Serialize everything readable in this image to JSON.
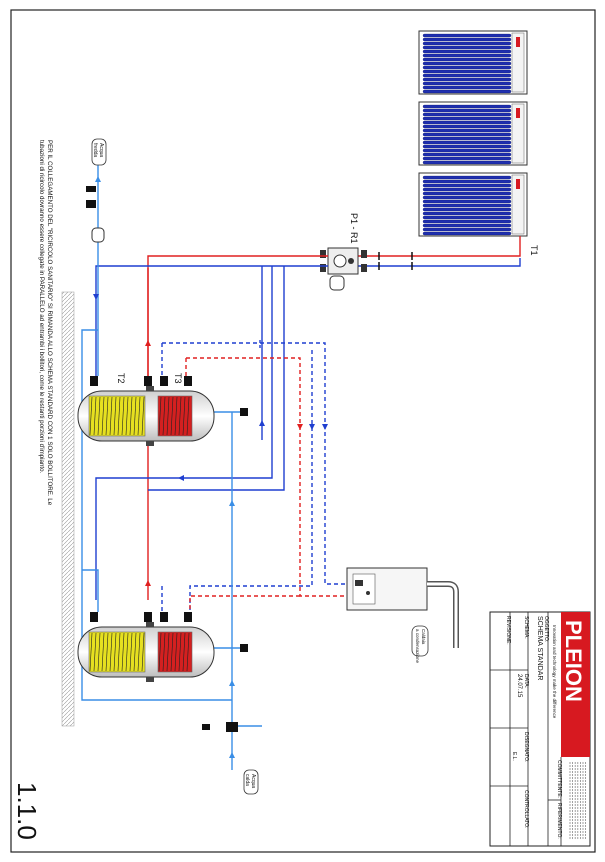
{
  "note": {
    "line1": "PER IL COLLEGAMENTO DEL \"RICIRCOLO SANITARIO\" SI RIMANDA ALLO SCHEMA STANDARD CON 1 SOLO BOLLITORE. Le",
    "line2": "tubazioni di ricircolo dovranno essere collegate in PARALLELO ad entrambi i bollitori, come le restanti porzioni d'impianto."
  },
  "labels": {
    "acqua_fredda": [
      "Acqua",
      "fredda"
    ],
    "acqua_calda": [
      "Acqua",
      "calda"
    ],
    "caldaia": [
      "Caldaia",
      "a condensazione"
    ],
    "p1_r1": "P1 - R1",
    "t1": "T1",
    "t2": "T2",
    "t3": "T3"
  },
  "title_block": {
    "brand": "PLEION",
    "tagline": "Innovation and technology make the difference",
    "oggetto_label": "OGGETTO:",
    "oggetto_value": "SCHEMA STANDAR",
    "schema_label": "SCHEMA:",
    "data_label": "DATA:",
    "data_value": "24.07.15",
    "disegnato_label": "DISEGNATO:",
    "disegnato_value": "E.L.",
    "revisione_label": "REVISIONE:",
    "controllato_label": "CONTROLLATO:",
    "committente_label": "COMMITTENTE:",
    "riferimento_label": "RIFERIMENTO:"
  },
  "page_number": "1.1.0",
  "colors": {
    "hot": "#e02020",
    "cold": "#1f3fd0",
    "sanitary": "#3a8ee6",
    "coil_hot": "#d42020",
    "coil_solar": "#e6e020",
    "brand_red": "#d71920"
  }
}
